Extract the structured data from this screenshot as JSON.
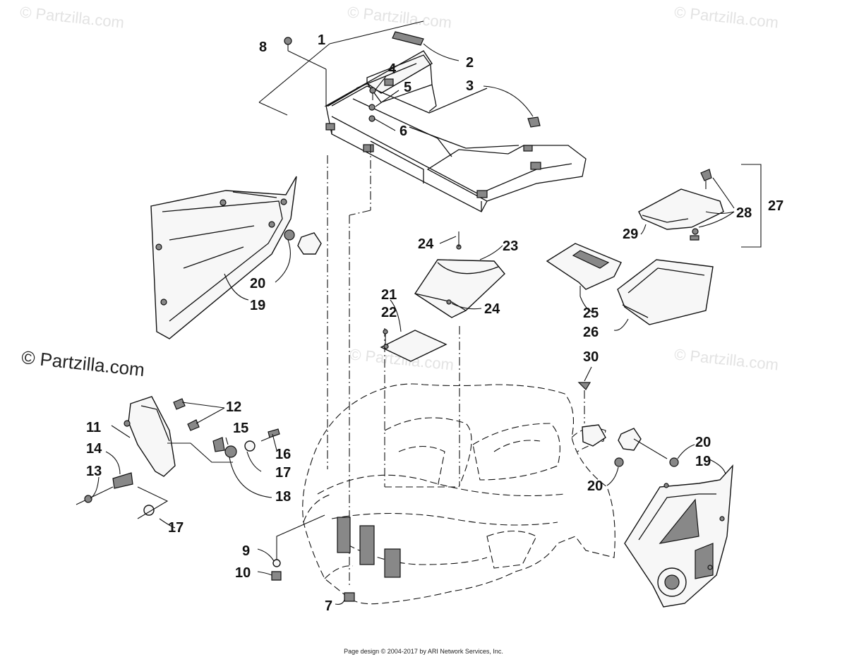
{
  "watermarks": {
    "top_left": "© Partzilla.com",
    "top_center": "© Partzilla.com",
    "top_right": "© Partzilla.com",
    "middle_left": "© Partzilla.com",
    "middle_center": "© Partzilla.com",
    "middle_right": "© Partzilla.com"
  },
  "callouts": {
    "c1": "1",
    "c2": "2",
    "c3": "3",
    "c4": "4",
    "c5": "5",
    "c6": "6",
    "c7": "7",
    "c8": "8",
    "c9": "9",
    "c10": "10",
    "c11": "11",
    "c12": "12",
    "c13": "13",
    "c14": "14",
    "c15": "15",
    "c16": "16",
    "c17a": "17",
    "c17b": "17",
    "c18": "18",
    "c19a": "19",
    "c19b": "19",
    "c20a": "20",
    "c20b": "20",
    "c20c": "20",
    "c21": "21",
    "c22": "22",
    "c23": "23",
    "c24a": "24",
    "c24b": "24",
    "c25": "25",
    "c26": "26",
    "c27": "27",
    "c28": "28",
    "c29": "29",
    "c30": "30"
  },
  "footer": {
    "text": "Page design © 2004-2017 by ARI Network Services, Inc."
  },
  "colors": {
    "ink": "#111111",
    "watermark": "#e3e3e3"
  }
}
